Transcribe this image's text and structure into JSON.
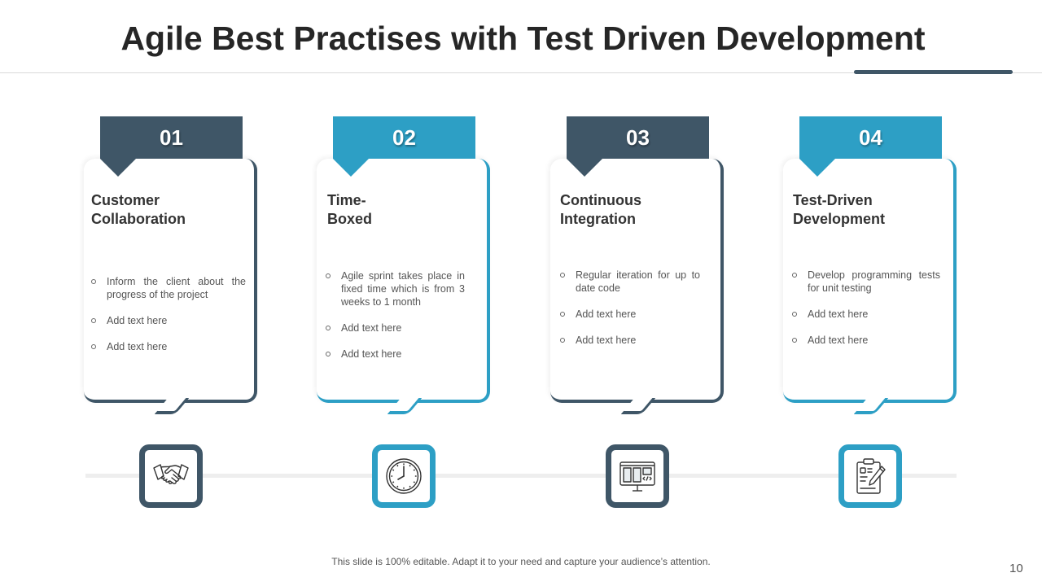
{
  "slide": {
    "title": "Agile Best Practises with Test Driven Development",
    "footer": "This slide is 100% editable. Adapt it to your need and capture your audience’s attention.",
    "page_number": "10"
  },
  "colors": {
    "dark": "#3f5667",
    "blue": "#2d9fc5",
    "title_text": "#262626",
    "body_text": "#555555",
    "timeline": "#eeeeee"
  },
  "cards": [
    {
      "number": "01",
      "title": "Customer Collaboration",
      "title_line1": "Customer",
      "title_line2": "Collaboration",
      "color": "dark",
      "icon": "handshake-icon",
      "bullets": [
        "Inform the client about the progress of the project",
        "Add text here",
        "Add text here"
      ]
    },
    {
      "number": "02",
      "title": "Time-Boxed",
      "title_line1": "Time-",
      "title_line2": "Boxed",
      "color": "blue",
      "icon": "clock-icon",
      "bullets": [
        "Agile sprint takes place in fixed time which is from 3 weeks to 1 month",
        "Add text here",
        "Add text here"
      ]
    },
    {
      "number": "03",
      "title": "Continuous Integration",
      "title_line1": "Continuous",
      "title_line2": "Integration",
      "color": "dark",
      "icon": "monitor-code-icon",
      "bullets": [
        "Regular iteration for up to date code",
        "Add text here",
        "Add text here"
      ]
    },
    {
      "number": "04",
      "title": "Test-Driven Development",
      "title_line1": "Test-Driven",
      "title_line2": "Development",
      "color": "blue",
      "icon": "clipboard-pencil-icon",
      "bullets": [
        "Develop programming tests for unit testing",
        "Add text here",
        "Add text here"
      ]
    }
  ]
}
